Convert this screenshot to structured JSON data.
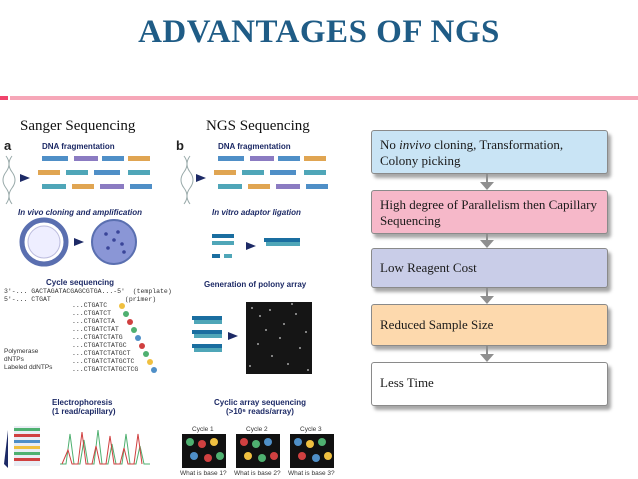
{
  "slide": {
    "title": "ADVANTAGES OF NGS",
    "left_heading": "Sanger Sequencing",
    "right_heading": "NGS Sequencing",
    "colors": {
      "title": "#1f5c86",
      "accent": "#f0446c"
    }
  },
  "figure": {
    "panel_a": "a",
    "panel_b": "b",
    "a_dna_fragmentation": "DNA fragmentation",
    "a_cloning": "In vivo cloning and amplification",
    "a_cycle": "Cycle sequencing",
    "a_template_line": "3'-... GACTAGATACGAGCGTGA...-5'  (template)",
    "a_primer_line": "5'-... CTGAT                   (primer)",
    "a_products": [
      "...CTGATC",
      "...CTGATCT",
      "...CTGATCTA",
      "...CTGATCTAT",
      "...CTGATCTATG",
      "...CTGATCTATGC",
      "...CTGATCTATGCT",
      "...CTGATCTATGCTC",
      "...CTGATCTATGCTCG"
    ],
    "a_reagents": [
      "Polymerase",
      "dNTPs",
      "Labeled ddNTPs"
    ],
    "a_electro": "Electrophoresis",
    "a_electro_sub": "(1 read/capillary)",
    "b_dna_fragmentation": "DNA fragmentation",
    "b_ligation": "In vitro adaptor ligation",
    "b_polony": "Generation of polony array",
    "b_cyclic": "Cyclic array sequencing",
    "b_cyclic_sub": "(>10⁶ reads/array)",
    "b_cycles": [
      "Cycle 1",
      "Cycle 2",
      "Cycle 3"
    ],
    "b_questions": [
      "What is base 1?",
      "What is base 2?",
      "What is base 3?"
    ]
  },
  "advantages": [
    {
      "pre": "No ",
      "em": "invivo",
      "post": " cloning, Transformation, Colony picking",
      "bg": "#c9e4f5"
    },
    {
      "pre": "High degree of Parallelism then Capillary Sequencing",
      "em": "",
      "post": "",
      "bg": "#f6b8c9"
    },
    {
      "pre": "Low Reagent  Cost",
      "em": "",
      "post": "",
      "bg": "#c9cde8"
    },
    {
      "pre": "Reduced Sample Size",
      "em": "",
      "post": "",
      "bg": "#fdd9ad"
    },
    {
      "pre": "Less Time",
      "em": "",
      "post": "",
      "bg": "#ffffff"
    }
  ]
}
